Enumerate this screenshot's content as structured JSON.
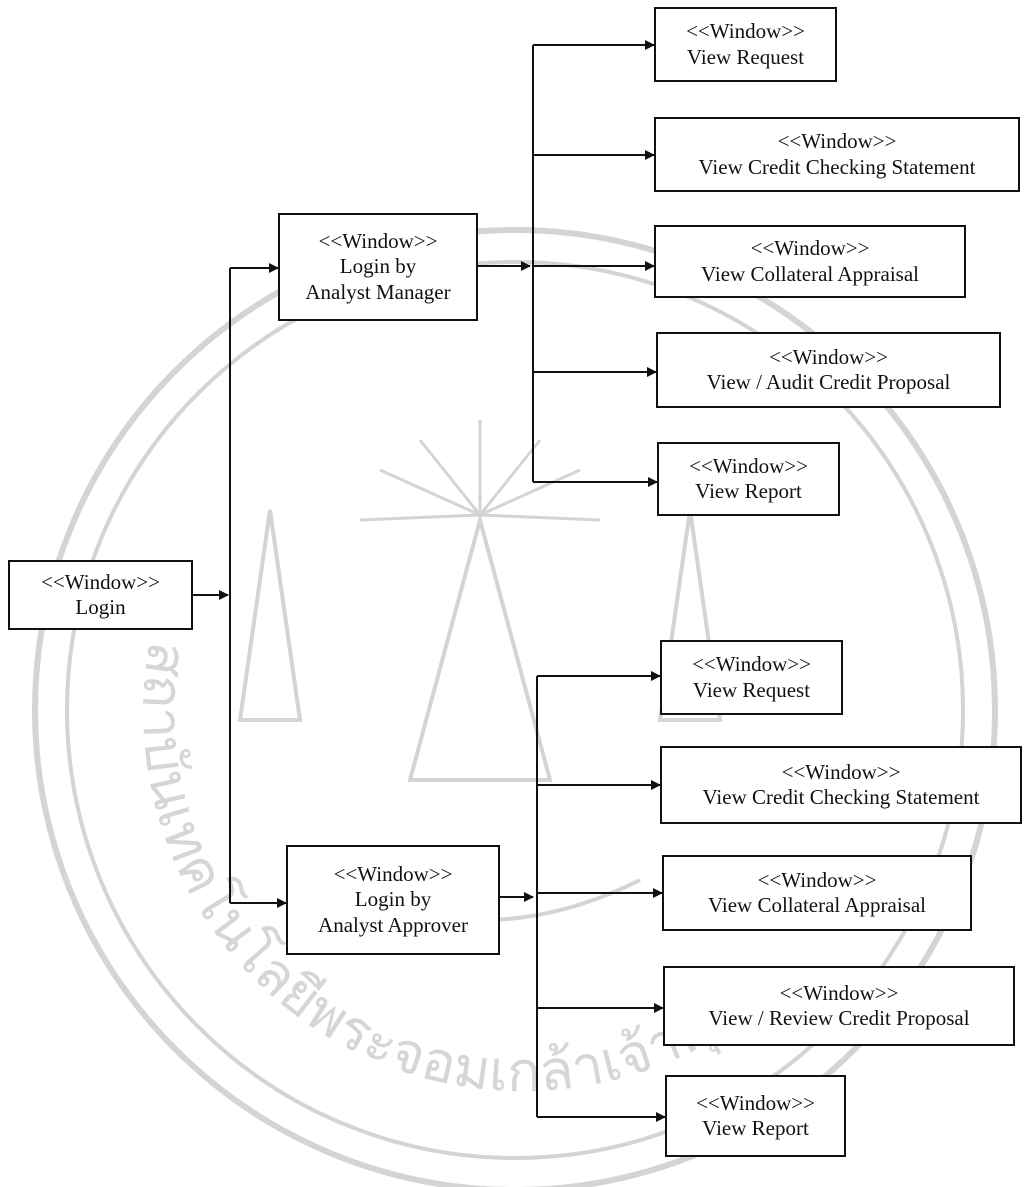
{
  "diagram": {
    "watermark_script": "สถาบันเทคโนโลยีพระจอมเกล้าเจ้าคุณทหารลาดกระบัง",
    "root": {
      "stereotype": "<<Window>>",
      "name": "Login"
    },
    "manager": {
      "node": {
        "stereotype": "<<Window>>",
        "lines": [
          "Login by",
          "Analyst Manager"
        ]
      },
      "children": [
        {
          "stereotype": "<<Window>>",
          "name": "View Request"
        },
        {
          "stereotype": "<<Window>>",
          "name": "View Credit Checking Statement"
        },
        {
          "stereotype": "<<Window>>",
          "name": "View Collateral Appraisal"
        },
        {
          "stereotype": "<<Window>>",
          "name": "View / Audit Credit Proposal"
        },
        {
          "stereotype": "<<Window>>",
          "name": "View Report"
        }
      ]
    },
    "approver": {
      "node": {
        "stereotype": "<<Window>>",
        "lines": [
          "Login by",
          "Analyst Approver"
        ]
      },
      "children": [
        {
          "stereotype": "<<Window>>",
          "name": "View Request"
        },
        {
          "stereotype": "<<Window>>",
          "name": "View Credit Checking Statement"
        },
        {
          "stereotype": "<<Window>>",
          "name": "View Collateral Appraisal"
        },
        {
          "stereotype": "<<Window>>",
          "name": "View / Review Credit Proposal"
        },
        {
          "stereotype": "<<Window>>",
          "name": "View Report"
        }
      ]
    }
  }
}
